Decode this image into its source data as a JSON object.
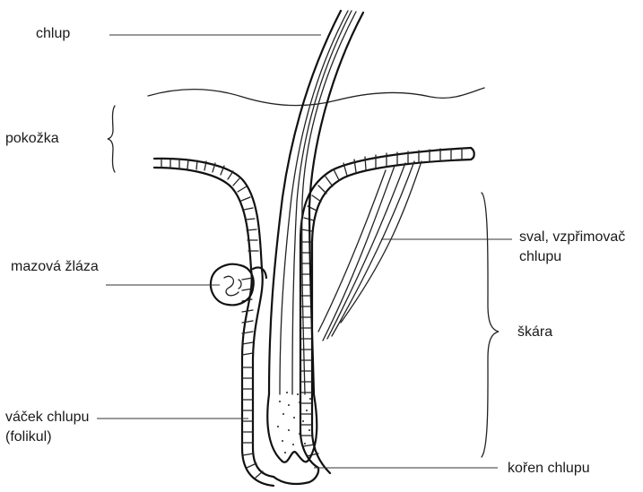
{
  "labels": {
    "chlup": "chlup",
    "pokozka": "pokožka",
    "mazova_zlaza": "mazová žláza",
    "sval_line1": "sval, vzpřimovač",
    "sval_line2": "chlupu",
    "skara": "škára",
    "vacek_line1": "váček chlupu",
    "vacek_line2": "(folikul)",
    "koren": "kořen chlupu"
  }
}
